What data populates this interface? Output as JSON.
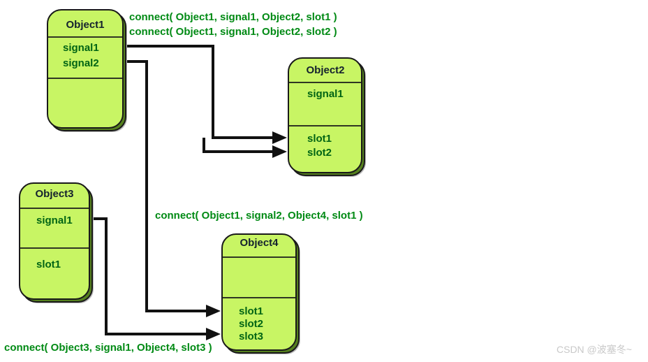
{
  "diagram": {
    "objects": [
      {
        "name": "Object1",
        "signals": [
          "signal1",
          "signal2"
        ],
        "slots": []
      },
      {
        "name": "Object2",
        "signals": [
          "signal1"
        ],
        "slots": [
          "slot1",
          "slot2"
        ]
      },
      {
        "name": "Object3",
        "signals": [
          "signal1"
        ],
        "slots": [
          "slot1"
        ]
      },
      {
        "name": "Object4",
        "signals": [],
        "slots": [
          "slot1",
          "slot2",
          "slot3"
        ]
      }
    ],
    "connect_labels": [
      "connect( Object1, signal1, Object2, slot1 )",
      "connect( Object1, signal1, Object2, slot2 )",
      "connect( Object1, signal2, Object4, slot1 )",
      "connect( Object3, signal1, Object4, slot3 )"
    ]
  },
  "watermark": "CSDN @波塞冬~",
  "colors": {
    "box_fill": "#c8f564",
    "box_rim_3d": "#55801e",
    "box_border": "#1a1a1a",
    "box_shadow": "#bdbdbd",
    "object_title_text": "#14212e",
    "member_text": "#006414",
    "connect_text": "#008a14",
    "arrow": "#111111",
    "watermark_text": "#c9c9c9",
    "background": "#ffffff"
  }
}
